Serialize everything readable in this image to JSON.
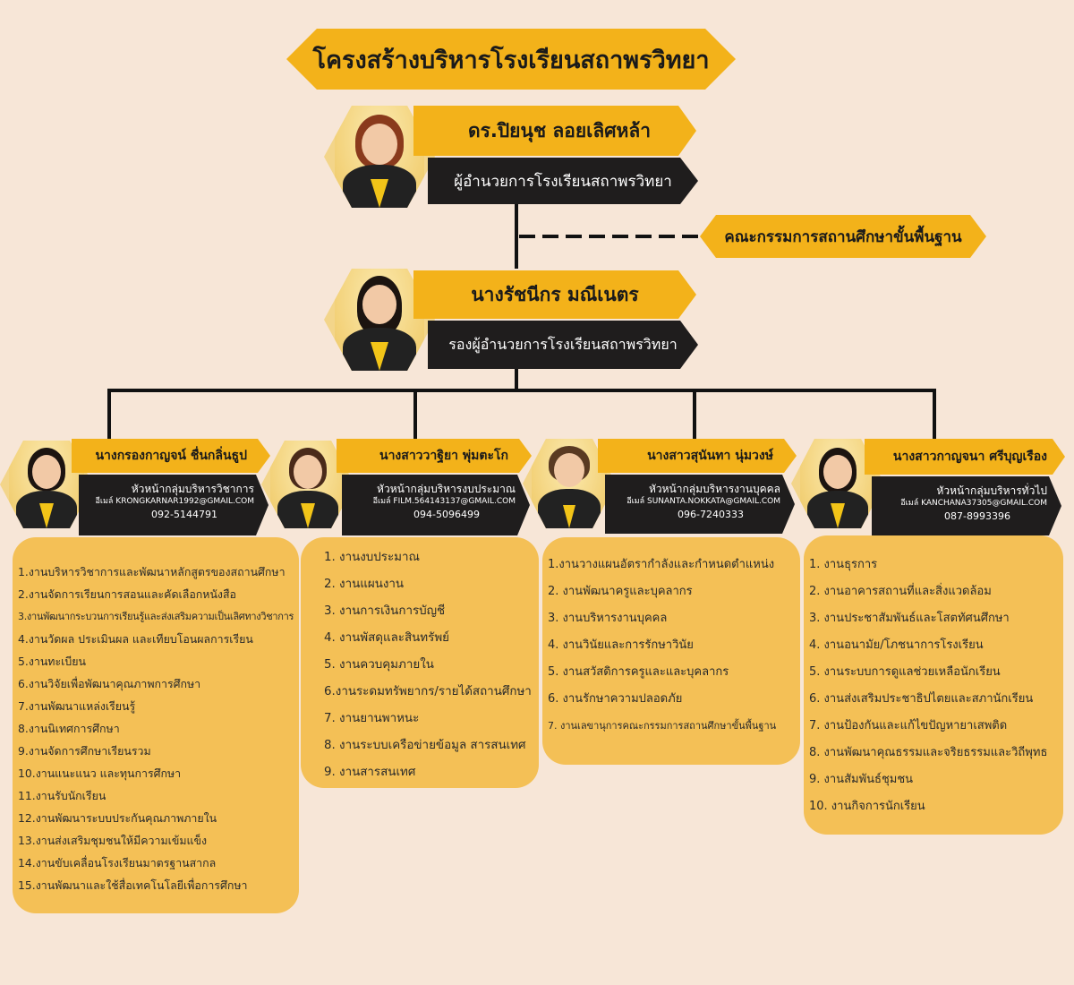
{
  "title": "โครงสร้างบริหารโรงเรียนสถาพรวิทยา",
  "director": {
    "name": "ดร.ปิยนุช ลอยเลิศหล้า",
    "position": "ผู้อำนวยการโรงเรียนสถาพรวิทยา"
  },
  "committee": "คณะกรรมการสถานศึกษาขั้นพื้นฐาน",
  "deputy": {
    "name": "นางรัชนีกร มณีเนตร",
    "position": "รองผู้อำนวยการโรงเรียนสถาพรวิทยา"
  },
  "groups": [
    {
      "name": "นางกรองกาญจน์ ชื่นกลิ่นธูป",
      "role": "หัวหน้ากลุ่มบริหารวิชาการ",
      "email": "อีเมล์ KRONGKARNAR1992@GMAIL.COM",
      "phone": "092-5144791",
      "duties": [
        "1.งานบริหารวิชาการและพัฒนาหลักสูตรของสถานศึกษา",
        "2.งานจัดการเรียนการสอนและคัดเลือกหนังสือ",
        "3.งานพัฒนากระบวนการเรียนรู้และส่งเสริมความเป็นเลิศทางวิชาการ",
        "4.งานวัดผล ประเมินผล และเทียบโอนผลการเรียน",
        "5.งานทะเบียน",
        "6.งานวิจัยเพื่อพัฒนาคุณภาพการศึกษา",
        "7.งานพัฒนาแหล่งเรียนรู้",
        "8.งานนิเทศการศึกษา",
        "9.งานจัดการศึกษาเรียนรวม",
        "10.งานแนะแนว และทุนการศึกษา",
        "11.งานรับนักเรียน",
        "12.งานพัฒนาระบบประกันคุณภาพภายใน",
        "13.งานส่งเสริมชุมชนให้มีความเข้มแข็ง",
        "14.งานขับเคลื่อนโรงเรียนมาตรฐานสากล",
        "15.งานพัฒนาและใช้สื่อเทคโนโลยีเพื่อการศึกษา"
      ]
    },
    {
      "name": "นางสาววาฐิยา พุ่มตะโก",
      "role": "หัวหน้ากลุ่มบริหารงบประมาณ",
      "email": "อีเมล์ FILM.564143137@GMAIL.COM",
      "phone": "094-5096499",
      "duties": [
        "1. งานงบประมาณ",
        "2. งานแผนงาน",
        "3. งานการเงินการบัญชี",
        "4. งานพัสดุและสินทรัพย์",
        "5. งานควบคุมภายใน",
        "6.งานระดมทรัพยากร/รายได้สถานศึกษา",
        "7. งานยานพาหนะ",
        "8. งานระบบเครือข่ายข้อมูล สารสนเทศ",
        "9.  งานสารสนเทศ"
      ]
    },
    {
      "name": "นางสาวสุนันทา นุ่มวงษ์",
      "role": "หัวหน้ากลุ่มบริหารงานบุคคล",
      "email": "อีเมล์ SUNANTA.NOKKATA@GMAIL.COM",
      "phone": "096-7240333",
      "duties": [
        "1.งานวางแผนอัตรากำลังและกำหนดตำแหน่ง",
        "2. งานพัฒนาครูและบุคลากร",
        "3. งานบริหารงานบุคคล",
        "4. งานวินัยและการรักษาวินัย",
        "5. งานสวัสดิการครูและและบุคลากร",
        "6. งานรักษาความปลอดภัย",
        "7. งานเลขานุการคณะกรรมการสถานศึกษาขั้นพื้นฐาน"
      ]
    },
    {
      "name": "นางสาวกาญจนา ศรีบุญเรือง",
      "role": "หัวหน้ากลุ่มบริหารทั่วไป",
      "email": "อีเมล์ KANCHANA37305@GMAIL.COM",
      "phone": "087-8993396",
      "duties": [
        "1. งานธุรการ",
        "2. งานอาคารสถานที่และสิ่งแวดล้อม",
        "3. งานประชาสัมพันธ์และโสตทัศนศึกษา",
        "4. งานอนามัย/โภชนาการโรงเรียน",
        "5. งานระบบการดูแลช่วยเหลือนักเรียน",
        "6. งานส่งเสริมประชาธิปไตยและสภานักเรียน",
        "7. งานป้องกันและแก้ไขปัญหายาเสพติด",
        "8. งานพัฒนาคุณธรรมและจริยธรรมและวิถีพุทธ",
        "9. งานสัมพันธ์ชุมชน",
        "10. งานกิจการนักเรียน"
      ]
    }
  ]
}
